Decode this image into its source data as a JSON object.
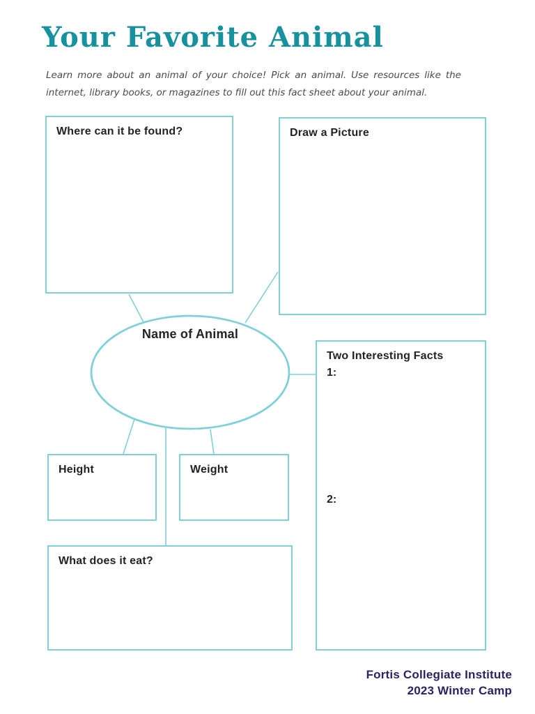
{
  "page": {
    "title": "Your Favorite Animal",
    "subtitle": "Learn more about an animal of your choice! Pick an animal. Use resources like the internet, library books, or magazines to fill out this fact sheet about your animal."
  },
  "boxes": {
    "where": {
      "label": "Where can it be found?"
    },
    "draw": {
      "label": "Draw a Picture"
    },
    "name": {
      "label": "Name of Animal"
    },
    "facts": {
      "label": "Two Interesting Facts",
      "item1": "1:",
      "item2": "2:"
    },
    "height": {
      "label": "Height"
    },
    "weight": {
      "label": "Weight"
    },
    "eat": {
      "label": "What does it eat?"
    }
  },
  "footer": {
    "line1": "Fortis Collegiate Institute",
    "line2": "2023 Winter Camp"
  },
  "colors": {
    "accent_teal_border": "#7fd1d8",
    "title_teal": "#17919e",
    "footer_navy": "#2a2262",
    "text_dark": "#232323",
    "subtitle_gray": "#4a4a4a"
  }
}
